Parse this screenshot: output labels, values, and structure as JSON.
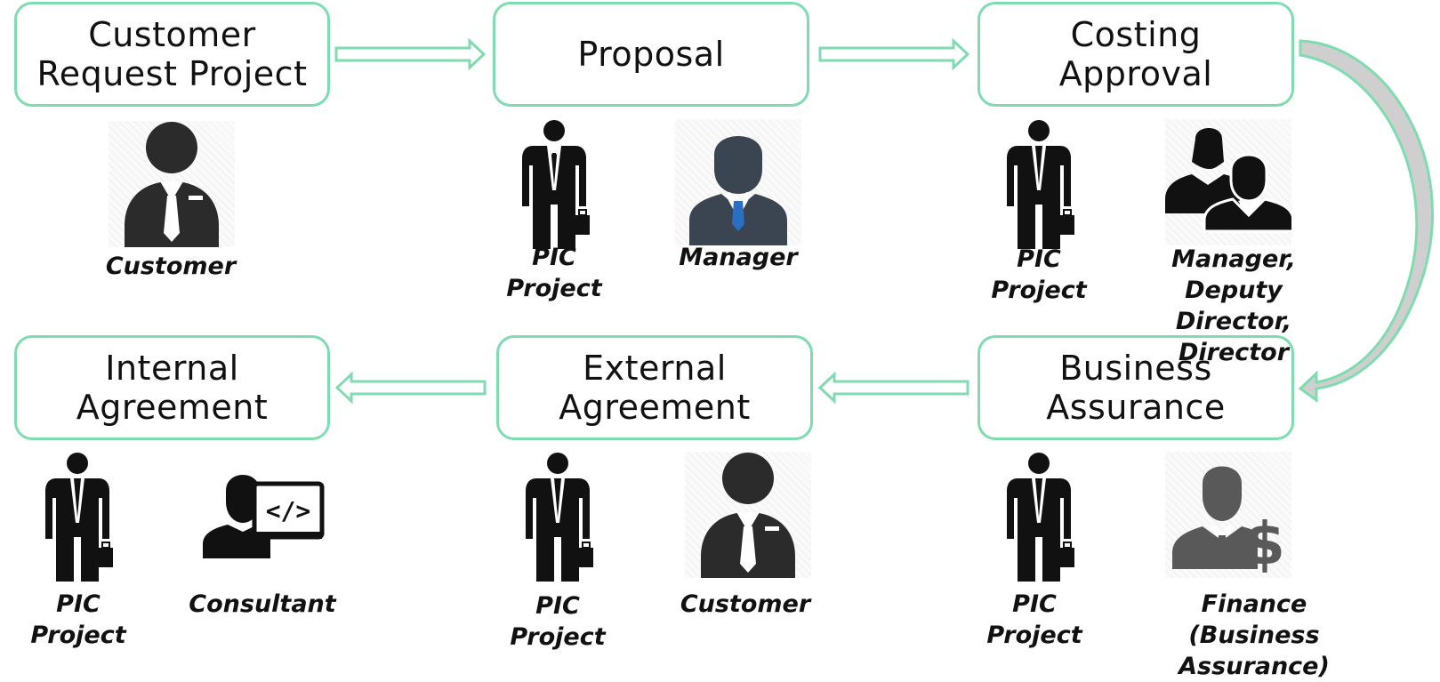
{
  "steps": {
    "customer_request": "Customer\nRequest Project",
    "proposal": "Proposal",
    "costing_approval": "Costing\nApproval",
    "business_assurance": "Business\nAssurance",
    "external_agreement": "External\nAgreement",
    "internal_agreement": "Internal\nAgreement"
  },
  "roles": {
    "customer_1": "Customer",
    "pic_proposal": "PIC\nProject",
    "manager_proposal": "Manager",
    "pic_costing": "PIC\nProject",
    "manager_deputy_director": "Manager, Deputy\nDirector, Director",
    "pic_business": "PIC\nProject",
    "finance": "Finance (Business\nAssurance)",
    "pic_external": "PIC\nProject",
    "customer_2": "Customer",
    "pic_internal": "PIC\nProject",
    "consultant": "Consultant"
  },
  "colors": {
    "box_border": "#7fdcb0",
    "arrow_stroke": "#7fdcb0",
    "curve_fill": "#cfcfcf",
    "icon_dark": "#2b2b2b",
    "manager_suit": "#3b4552",
    "manager_tie": "#2b6fc2",
    "finance_gray": "#595959"
  },
  "icons": {
    "customer": "customer-icon",
    "pic": "businessman-briefcase-icon",
    "manager": "manager-icon",
    "group": "group-people-icon",
    "finance": "finance-person-icon",
    "consultant": "developer-computer-icon"
  }
}
